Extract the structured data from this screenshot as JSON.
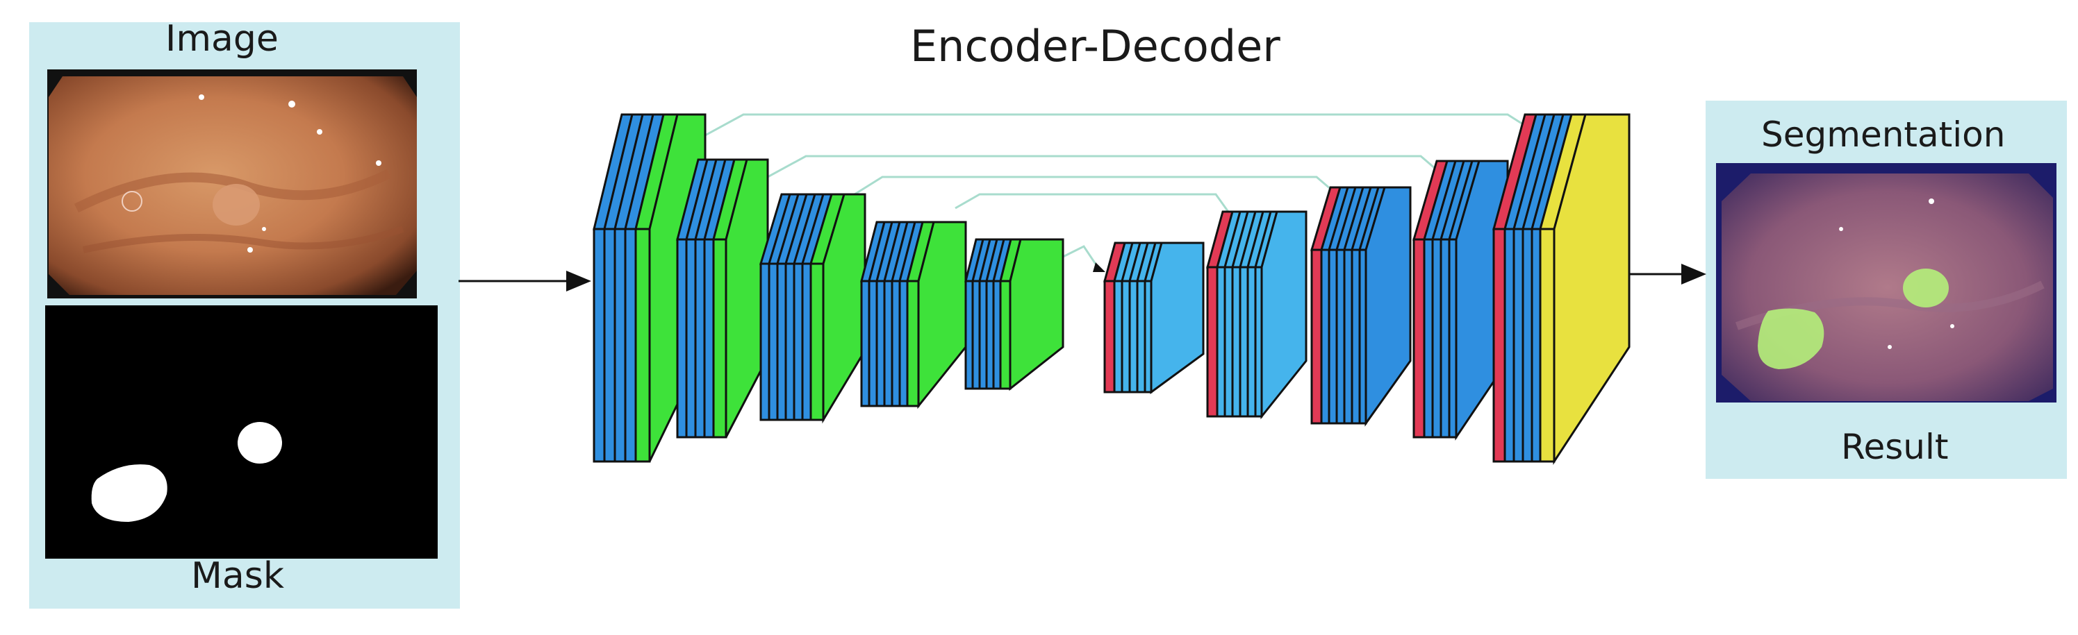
{
  "title": "Encoder-Decoder",
  "input_panel": {
    "image_label": "Image",
    "mask_label": "Mask"
  },
  "output_panel": {
    "top_label": "Segmentation",
    "bottom_label": "Result"
  },
  "colors": {
    "panel_bg": "#cdebf0",
    "encoder_blue": "#2f8fe0",
    "encoder_green": "#3ee23a",
    "decoder_lightblue": "#45b4ec",
    "decoder_red": "#e23a55",
    "output_yellow": "#e8e13f",
    "skip_line": "#a8dccd",
    "mask_bg": "#000000",
    "segmentation_overlay": "#2a2a8a",
    "polyp_highlight": "#b4f07a"
  }
}
